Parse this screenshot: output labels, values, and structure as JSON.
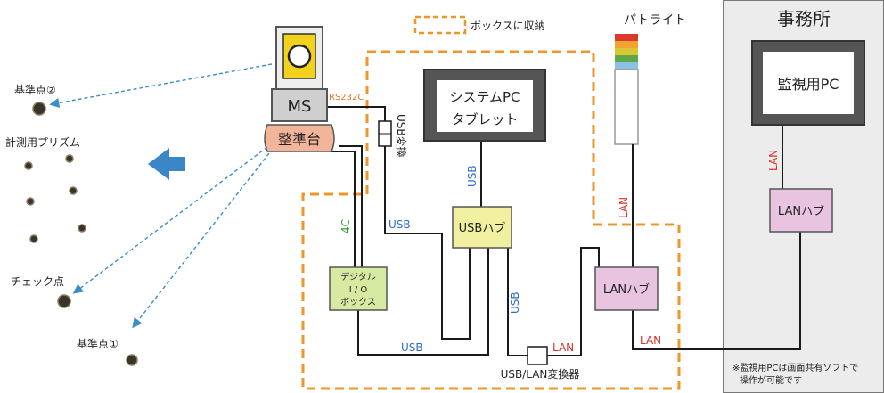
{
  "legend": {
    "label": "ボックスに収納"
  },
  "office": {
    "title": "事務所",
    "note_line1": "※監視用PCは画面共有ソフトで",
    "note_line2": "操作が可能です"
  },
  "monitor_pc": {
    "label": "監視用PC"
  },
  "lan_hub_office": {
    "label": "LANハブ"
  },
  "lan_hub_main": {
    "label": "LANハブ"
  },
  "patlite": {
    "label": "パトライト"
  },
  "system_pc": {
    "line1": "システムPC",
    "line2": "タブレット"
  },
  "usb_hub": {
    "label": "USBハブ"
  },
  "digital_io": {
    "line1": "デジタル",
    "line2": "I / O",
    "line3": "ボックス"
  },
  "converter": {
    "label": "USB/LAN変換器"
  },
  "ms": {
    "label": "MS"
  },
  "leveling": {
    "label": "整準台"
  },
  "usb_conv": {
    "label": "USB変換"
  },
  "wires": {
    "rs232c": "RS232C",
    "c4": "4C",
    "usb_a": "USB",
    "usb_b": "USB",
    "usb_c": "USB",
    "usb_d": "USB",
    "lan_a": "LAN",
    "lan_b": "LAN",
    "lan_c": "LAN",
    "lan_d": "LAN"
  },
  "points": {
    "ref2": "基準点②",
    "prisms": "計測用プリズム",
    "check": "チェック点",
    "ref1": "基準点①"
  },
  "colors": {
    "orange": "#f0952a",
    "blue_line": "#3a8ec8",
    "lan_red": "#d9302a",
    "usb_blue": "#2d6fc4",
    "green": "#3c9a35"
  }
}
